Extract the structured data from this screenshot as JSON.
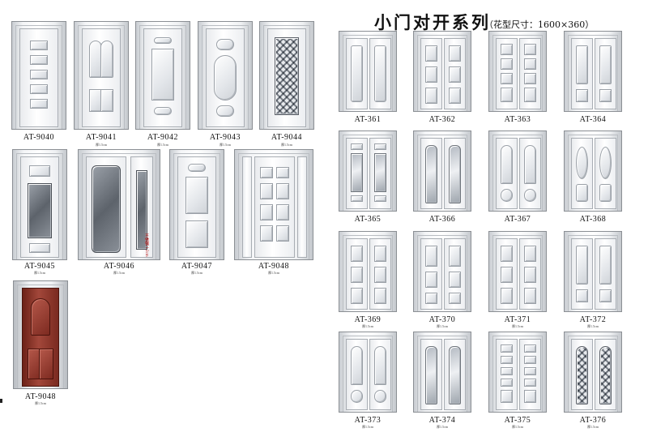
{
  "header": {
    "title": "小门对开系列",
    "subtitle": "（花型尺寸：1600×360）"
  },
  "single_doors": [
    {
      "code": "AT-9040"
    },
    {
      "code": "AT-9041",
      "note": "厚1.5cm"
    },
    {
      "code": "AT-9042",
      "note": "厚1.5cm"
    },
    {
      "code": "AT-9043",
      "note": "厚1.5cm"
    },
    {
      "code": "AT-9044",
      "note": "厚1.5cm"
    },
    {
      "code": "AT-9045",
      "note": "厚1.5cm"
    },
    {
      "code": "AT-9046",
      "note": "厚1.5cm",
      "stamp": "不锈钢 1.2cm"
    },
    {
      "code": "AT-9047",
      "note": "厚1.5cm"
    },
    {
      "code": "AT-9048",
      "note": "厚1.5cm"
    },
    {
      "code": "AT-9048",
      "note": "厚1.5cm",
      "finish": "red"
    }
  ],
  "double_doors": [
    {
      "code": "AT-361"
    },
    {
      "code": "AT-362"
    },
    {
      "code": "AT-363"
    },
    {
      "code": "AT-364"
    },
    {
      "code": "AT-365"
    },
    {
      "code": "AT-366"
    },
    {
      "code": "AT-367"
    },
    {
      "code": "AT-368"
    },
    {
      "code": "AT-369",
      "note": "厚1.5cm"
    },
    {
      "code": "AT-370",
      "note": "厚1.5cm"
    },
    {
      "code": "AT-371",
      "note": "厚1.5cm"
    },
    {
      "code": "AT-372",
      "note": "厚1.5cm"
    },
    {
      "code": "AT-373",
      "note": "厚1.5cm"
    },
    {
      "code": "AT-374",
      "note": "厚1.5cm"
    },
    {
      "code": "AT-375",
      "note": "厚1.5cm"
    },
    {
      "code": "AT-376",
      "note": "厚1.5cm"
    }
  ],
  "colors": {
    "steel": "#c9cdd2",
    "frame": "#8b8f94",
    "red_leaf": "#8e3427",
    "stamp": "#b30000"
  }
}
